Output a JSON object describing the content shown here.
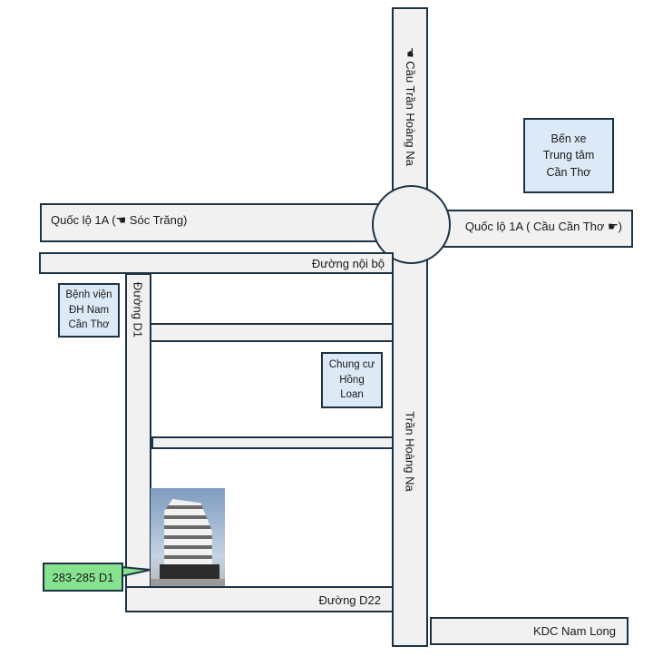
{
  "roads": {
    "tran_hoang_na_north": "☚ Cầu Trần Hoàng Na",
    "ql1a_west": "Quốc lộ 1A  (☚ Sóc Trăng)",
    "ql1a_east": "Quốc lộ 1A  ( Cầu Cần Thơ ☛)",
    "noi_bo": "Đường nội bộ",
    "d1": "Đường D1",
    "tran_hoang_na_south": "Trần Hoàng Na",
    "d22": "Đường D22",
    "kdc": "KDC Nam Long"
  },
  "landmarks": {
    "ben_xe": "Bến xe\nTrung tâm\nCần Thơ",
    "benh_vien": "Bệnh viện\nĐH Nam\nCần Thơ",
    "chung_cu": "Chung cư\nHồng\nLoan"
  },
  "location_label": "283-285 D1",
  "colors": {
    "road": "#f1f1f1",
    "border": "#1d3344",
    "landmark": "#dce9f6",
    "label": "#86e28e"
  }
}
